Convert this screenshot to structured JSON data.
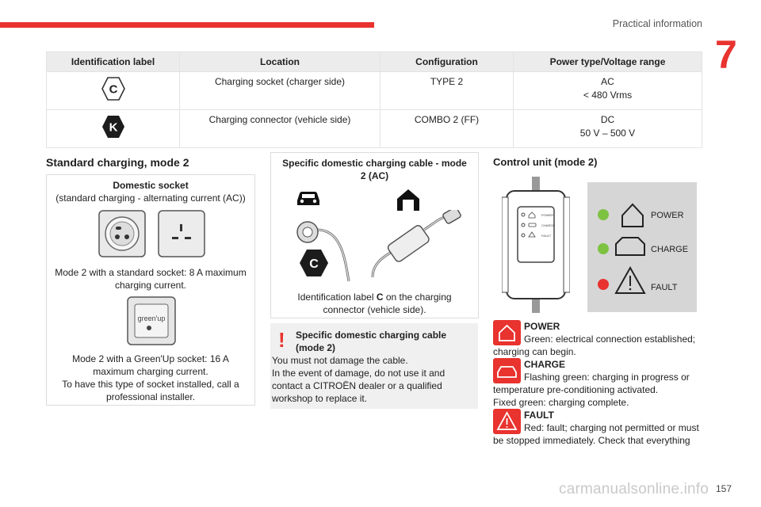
{
  "header": {
    "section": "Practical information",
    "chapter": "7"
  },
  "table": {
    "headers": [
      "Identification label",
      "Location",
      "Configuration",
      "Power type/Voltage range"
    ],
    "rows": [
      {
        "label": "C",
        "location": "Charging socket (charger side)",
        "config": "TYPE 2",
        "power1": "AC",
        "power2": "< 480 Vrms"
      },
      {
        "label": "K",
        "location": "Charging connector (vehicle side)",
        "config": "COMBO 2 (FF)",
        "power1": "DC",
        "power2": "50 V – 500 V"
      }
    ]
  },
  "left": {
    "title": "Standard charging, mode 2",
    "box_title": "Domestic socket",
    "box_sub": "(standard charging - alternating current (AC))",
    "mode_std_1": "Mode 2 with a standard socket: 8 A maximum",
    "mode_std_2": "charging current.",
    "greenup_text": "green'up",
    "mode_gu_1": "Mode 2 with a Green'Up socket: 16 A",
    "mode_gu_2": "maximum charging current.",
    "install_1": "To have this type of socket installed, call a",
    "install_2": "professional installer."
  },
  "middle": {
    "title_1": "Specific domestic charging cable - mode",
    "title_2": "2 (AC)",
    "label_c": "C",
    "caption_a": "Identification label ",
    "caption_b": "C",
    "caption_c": " on the charging",
    "caption_2": "connector (vehicle side).",
    "warn_title_1": "Specific domestic charging cable",
    "warn_title_2": "(mode 2)",
    "warn_l1": "You must not damage the cable.",
    "warn_l2": "In the event of damage, do not use it and",
    "warn_l3": "contact a CITROËN dealer or a qualified",
    "warn_l4": "workshop to replace it."
  },
  "right": {
    "title": "Control unit (mode 2)",
    "panel": {
      "power": "POWER",
      "charge": "CHARGE",
      "fault": "FAULT"
    },
    "device_labels": [
      "POWER",
      "CHARGE",
      "FAULT"
    ],
    "status": [
      {
        "title": "POWER",
        "l1": "Green: electrical connection established;",
        "rest": [
          "charging can begin."
        ]
      },
      {
        "title": "CHARGE",
        "l1": "Flashing green: charging in progress or",
        "rest": [
          "temperature pre-conditioning activated.",
          "Fixed green: charging complete."
        ]
      },
      {
        "title": "FAULT",
        "l1": "Red: fault; charging not permitted or must",
        "rest": [
          "be stopped immediately. Check that everything"
        ]
      }
    ],
    "colors": {
      "green": "#7ec242",
      "red": "#e8332f",
      "accent": "#e8332f"
    }
  },
  "footer": {
    "page": "157",
    "watermark": "carmanualsonline.info"
  }
}
